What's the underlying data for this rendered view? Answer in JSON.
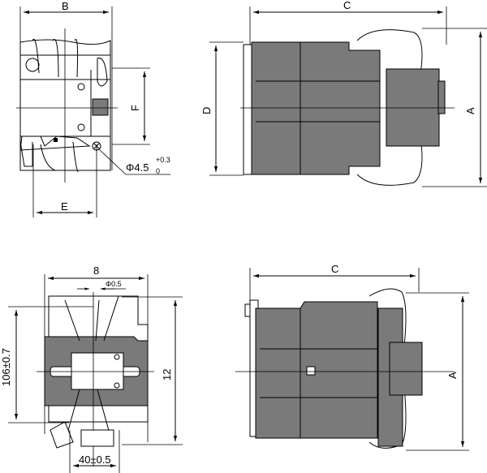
{
  "view_top_left": {
    "width_label": "B",
    "height_label": "F",
    "spacing_label": "E",
    "hole_label": "Φ4.5",
    "hole_tol_upper": "+0.3",
    "hole_tol_lower": "0"
  },
  "view_top_right": {
    "length_label": "C",
    "height_label": "D",
    "overall_label": "A"
  },
  "view_bottom_left": {
    "width_label": "8",
    "pin_label": "Φ0.5",
    "mount_height_label": "106±0.7",
    "height_label": "12",
    "mount_spacing_label": "40±0.5"
  },
  "view_bottom_right": {
    "length_label": "C",
    "overall_label": "A"
  },
  "colors": {
    "body_fill": "#7a7a7a",
    "line": "#000000"
  }
}
